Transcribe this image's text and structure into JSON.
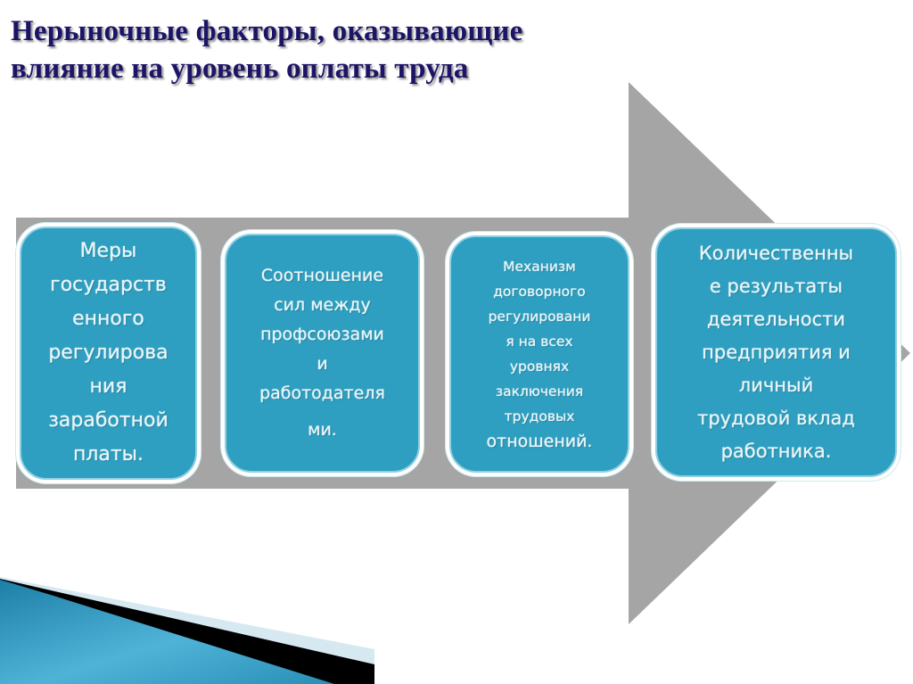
{
  "slide": {
    "title": "Нерыночные факторы, оказывающие влияние на уровень оплаты труда",
    "colors": {
      "title": "#1c1466",
      "arrow": "#a5a5a5",
      "box_fill": "#2e9fc0",
      "box_text": "#e8f6fa",
      "decor_blue": "#2a8fb5",
      "decor_black": "#000000",
      "decor_light": "#d6e9f1"
    }
  },
  "factors": [
    {
      "label": "Меры\nгосударств\nенного\nрегулирова\nния\nзаработной\nплаты."
    },
    {
      "label": "Соотношение\nсил между\nпрофсоюзами\nи\nработодателя",
      "label_last": "ми."
    },
    {
      "label": "Механизм\nдоговорного\nрегулировани\nя на всех\nуровнях\nзаключения\nтрудовых",
      "label_last": "отношений."
    },
    {
      "label": "Количественны\nе результаты\nдеятельности\nпредприятия и\nличный\nтрудовой вклад\nработника."
    }
  ]
}
